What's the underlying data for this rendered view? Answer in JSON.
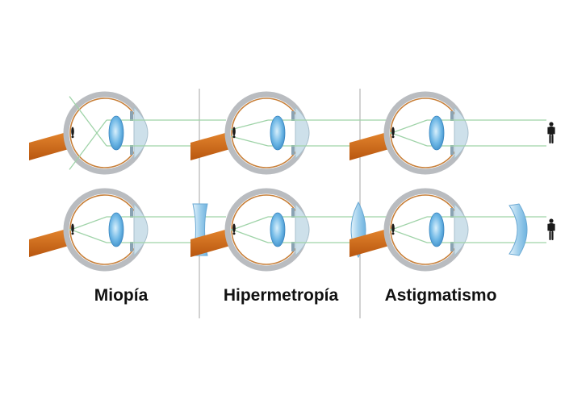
{
  "panels": [
    {
      "id": "miopia",
      "caption": "Miopía",
      "correction": "concave-lens"
    },
    {
      "id": "hipermetropia",
      "caption": "Hipermetropía",
      "correction": "convex-lens"
    },
    {
      "id": "astigmatismo",
      "caption": "Astigmatismo",
      "correction": "meniscus-lens"
    }
  ],
  "colors": {
    "sclera": "#b9bcc0",
    "retina": "#c8803a",
    "cornea": "#cde0ea",
    "lens": "#5aa9dc",
    "optic_nerve": "#cd6a1a",
    "ray": "#9fd3a8",
    "figure": "#1a1a1a",
    "corrective_lens": "#a9d4ee",
    "divider": "#c4c4c4"
  },
  "icons": [
    "eye-cross-section-icon",
    "person-silhouette-icon",
    "inverted-image-icon",
    "corrective-lens-icon"
  ]
}
